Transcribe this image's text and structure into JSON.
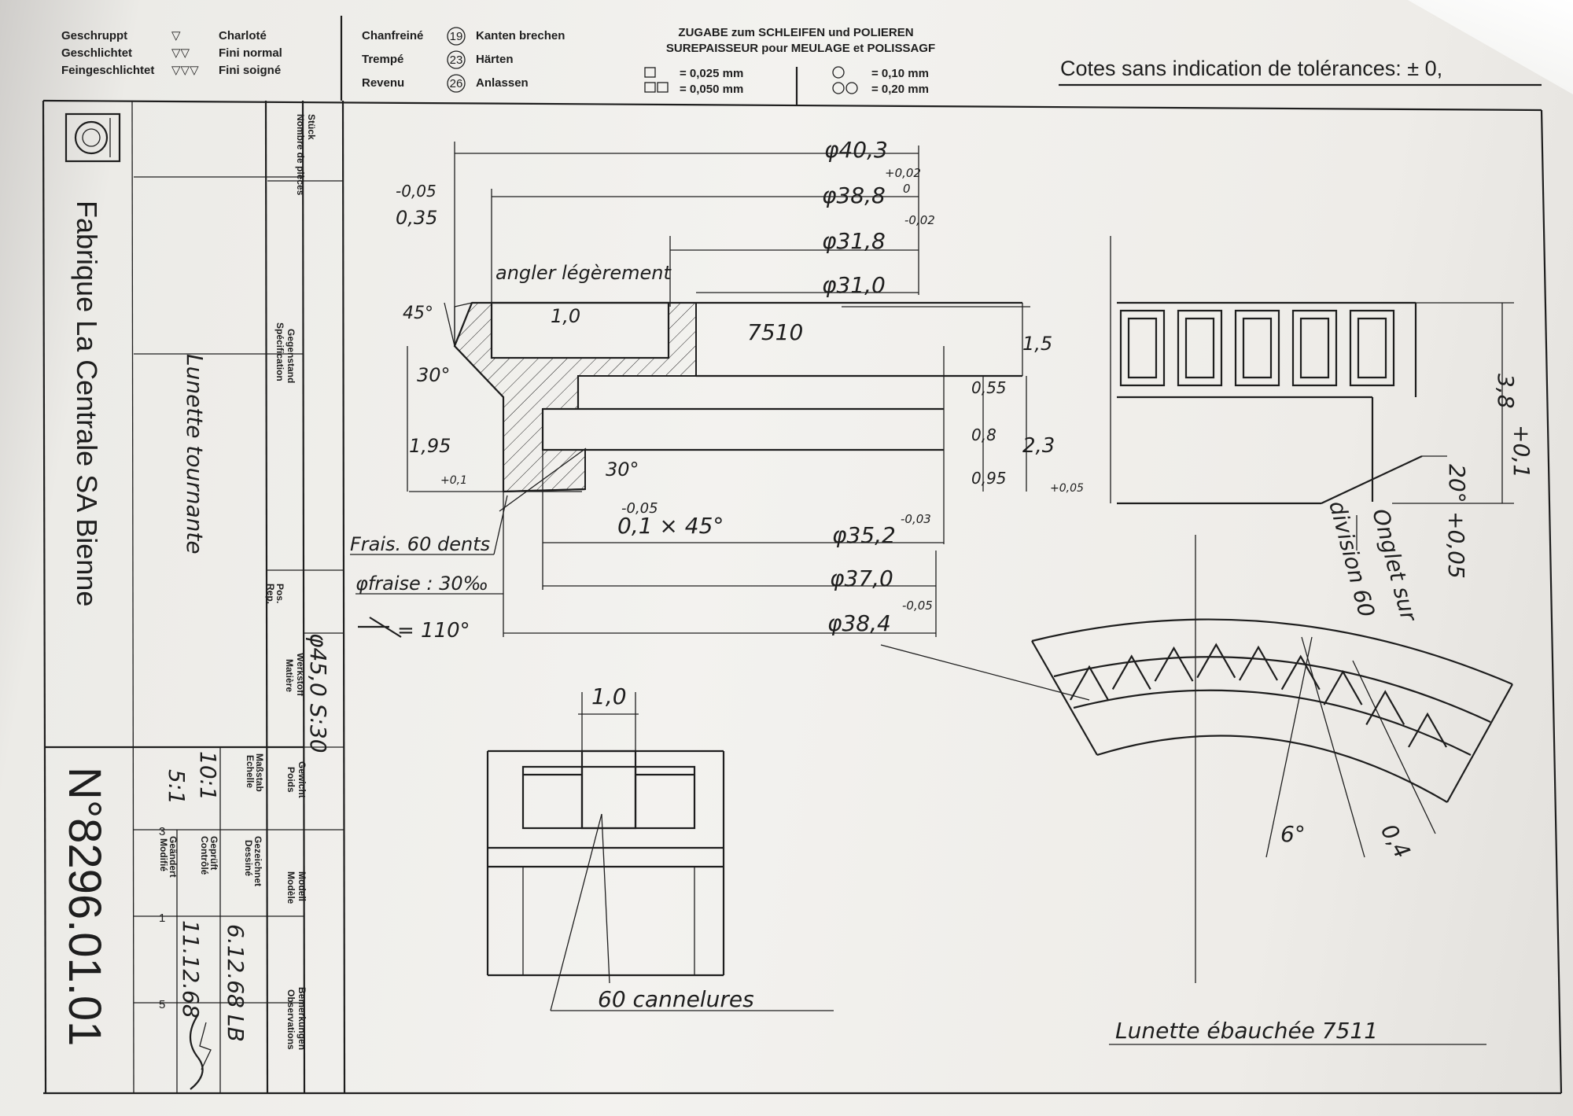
{
  "header": {
    "finish": {
      "german": [
        "Geschruppt",
        "Geschlichtet",
        "Feingeschlichtet"
      ],
      "marks": [
        "▽",
        "▽▽",
        "▽▽▽"
      ],
      "french": [
        "Charloté",
        "Fini normal",
        "Fini soigné"
      ]
    },
    "operations": [
      {
        "fr": "Chanfreiné",
        "num": "19",
        "de": "Kanten brechen"
      },
      {
        "fr": "Trempé",
        "num": "23",
        "de": "Härten"
      },
      {
        "fr": "Revenu",
        "num": "26",
        "de": "Anlassen"
      }
    ],
    "allowance": {
      "title_de": "ZUGABE zum SCHLEIFEN und POLIEREN",
      "title_fr": "SUREPAISSEUR pour MEULAGE et POLISSAGF",
      "items": [
        "= 0,025 mm",
        "= 0,050 mm",
        "= 0,10 mm",
        "= 0,20 mm"
      ]
    },
    "tolerance_note": "Cotes sans indication de tolérances: ± 0,"
  },
  "title_block": {
    "company": "Fabrique La Centrale SA Bienne",
    "part_name": "Lunette tournante",
    "drawing_number": "N°8296.01.01",
    "labels": {
      "stueck": "Stück",
      "nombre": "Nombre de pièces",
      "gegenstand": "Gegenstand",
      "specification": "Spécification",
      "pos": "Pos.",
      "rep": "Rep.",
      "werkstoff": "Werkstoff",
      "matiere": "Matière",
      "gewicht": "Gewicht",
      "poids": "Poids",
      "modell": "Modell",
      "modele": "Modèle",
      "bemerkungen": "Bemerkungen",
      "observations": "Observations",
      "massstab": "Maßstab",
      "echelle": "Echelle",
      "gezeichnet": "Gezeichnet",
      "dessine": "Dessiné",
      "geprueft": "Geprüft",
      "controle": "Contrôlé",
      "geaendert": "Geändert",
      "modifie": "Modifié"
    },
    "material": "φ45,0 S:30",
    "scales": [
      "10:1",
      "5:1"
    ],
    "dates": [
      "6.12.68",
      "11.12.68"
    ],
    "initials": "LB",
    "revision_marks": [
      "3",
      "1",
      "5"
    ]
  },
  "section_view": {
    "diameters": [
      "φ40,3",
      "φ38,8",
      "φ31,8",
      "φ31,0",
      "φ35,2",
      "φ37,0",
      "φ38,4"
    ],
    "tolerances": [
      "+0,02",
      "0",
      "-0,02",
      "-0,03",
      "-0,05"
    ],
    "chamfer_note": "angler légèrement",
    "ref_part": "7510",
    "dims": [
      "-0,05",
      "0,35",
      "1,0",
      "45°",
      "30°",
      "1,95",
      "+0,1",
      "1,5",
      "0,55",
      "0,8",
      "0,95",
      "2,3",
      "+0,05",
      "30°",
      "-0,05",
      "0,1 × 45°"
    ],
    "notes": [
      "Frais. 60 dents",
      "φfraise : 30‰",
      "= 110°"
    ]
  },
  "blank_view": {
    "height": "3,8",
    "height_tol": "+0,1",
    "angle": "20°",
    "angle_tol": "+0,05",
    "label": [
      "Onglet sur",
      "division 60"
    ],
    "title": "Lunette ébauchée 7511"
  },
  "cannelures_view": {
    "width": "1,0",
    "label": "60 cannelures"
  },
  "arc_view": {
    "angle": "6°",
    "dim": "0,4"
  }
}
